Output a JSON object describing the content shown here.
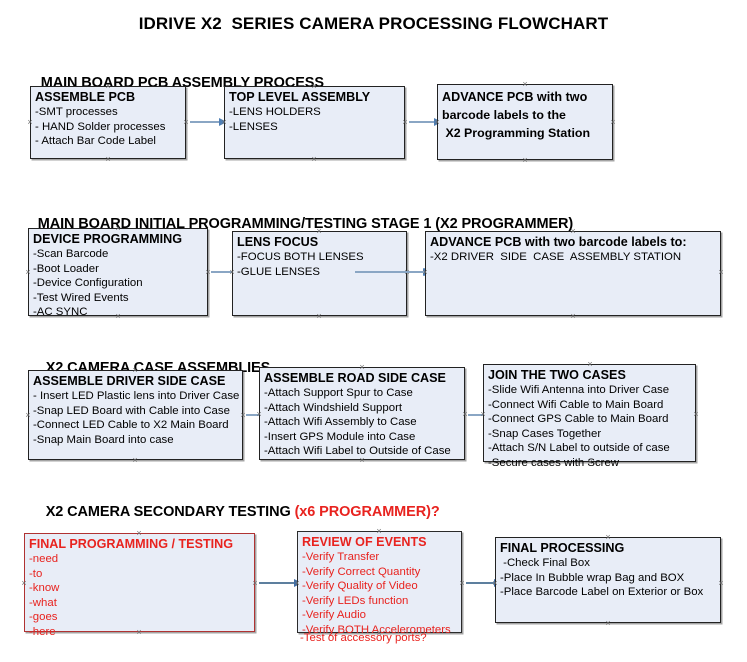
{
  "document": {
    "title": "IDRIVE X2  SERIES CAMERA PROCESSING FLOWCHART"
  },
  "colors": {
    "node_fill": "#e8edf7",
    "node_border": "#222222",
    "accent_red": "#e8231f",
    "arrow": "#8aa6c4",
    "arrow_head": "#4f7fb5"
  },
  "sections": [
    {
      "heading": "MAIN BOARD PCB ASSEMBLY PROCESS",
      "heading_suffix": "",
      "nodes": [
        {
          "title": "ASSEMBLE PCB",
          "lines": [
            "-SMT processes",
            "- HAND Solder processes",
            "- Attach Bar Code Label"
          ]
        },
        {
          "title": "TOP LEVEL ASSEMBLY",
          "lines": [
            "-LENS HOLDERS",
            "-LENSES"
          ]
        },
        {
          "title": "ADVANCE PCB with two",
          "lines": [
            "barcode labels to the",
            " X2 Programming Station"
          ]
        }
      ]
    },
    {
      "heading": "MAIN BOARD INITIAL PROGRAMMING/TESTING STAGE 1 (X2 PROGRAMMER)",
      "heading_suffix": "",
      "nodes": [
        {
          "title": "DEVICE PROGRAMMING",
          "lines": [
            "-Scan Barcode",
            "-Boot Loader",
            "-Device Configuration",
            "-Test Wired Events",
            "-AC SYNC"
          ]
        },
        {
          "title": "LENS FOCUS",
          "lines": [
            "-FOCUS BOTH LENSES",
            "-GLUE LENSES"
          ]
        },
        {
          "title": "ADVANCE PCB with two barcode labels to:",
          "lines": [
            "-X2 DRIVER  SIDE  CASE  ASSEMBLY STATION"
          ]
        }
      ]
    },
    {
      "heading": "X2 CAMERA CASE ASSEMBLIES",
      "heading_suffix": "",
      "nodes": [
        {
          "title": "ASSEMBLE DRIVER SIDE CASE",
          "lines": [
            "- Insert LED Plastic lens into Driver Case",
            "-Snap LED Board with Cable into Case",
            "-Connect LED Cable to X2 Main Board",
            "-Snap Main Board into case"
          ]
        },
        {
          "title": "ASSEMBLE ROAD SIDE CASE",
          "lines": [
            "-Attach Support Spur to Case",
            "-Attach Windshield Support",
            "-Attach Wifi Assembly to Case",
            "-Insert GPS Module into Case",
            "-Attach Wifi Label to Outside of Case"
          ]
        },
        {
          "title": "JOIN THE TWO CASES",
          "lines": [
            "-Slide Wifi Antenna into Driver Case",
            "-Connect Wifi Cable to Main Board",
            "-Connect GPS Cable to Main Board",
            "-Snap Cases Together",
            "-Attach S/N Label to outside of case",
            "-Secure cases with Screw"
          ]
        }
      ]
    },
    {
      "heading": "X2 CAMERA SECONDARY TESTING ",
      "heading_suffix": "(x6 PROGRAMMER)?",
      "nodes": [
        {
          "title": "FINAL PROGRAMMING / TESTING",
          "lines": [
            "-need",
            "-to",
            "-know",
            "-what",
            "-goes",
            "-here"
          ]
        },
        {
          "title": "REVIEW OF EVENTS",
          "lines": [
            "-Verify Transfer",
            "-Verify Correct Quantity",
            "-Verify Quality of Video",
            "-Verify LEDs function",
            "-Verify Audio",
            "-Verify BOTH Accelerometers"
          ],
          "overflow_line": "-Test of accessory ports?"
        },
        {
          "title": "FINAL PROCESSING",
          "lines": [
            " -Check Final Box",
            "-Place In Bubble wrap Bag and BOX",
            "-Place Barcode Label on Exterior or Box"
          ]
        }
      ]
    }
  ]
}
